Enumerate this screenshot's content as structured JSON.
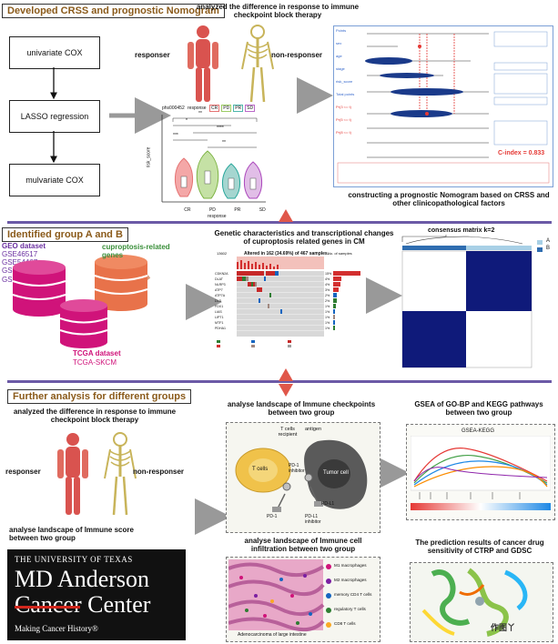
{
  "section1": {
    "title": "Developed CRSS and prognostic Nomogram",
    "flow": [
      "univariate COX",
      "LASSO regression",
      "mulvariate COX"
    ],
    "immune_title": "analyzed the difference in response to immune checkpoint block therapy",
    "responder": "responser",
    "non_responder": "non-responser",
    "violin": {
      "title": "phs000452",
      "legend_label": "response",
      "legend": [
        "CR",
        "PD",
        "PR",
        "SD"
      ],
      "ylabel": "risk_score",
      "xlabel": "response",
      "sig": [
        "**",
        "*",
        "****",
        "***",
        "**"
      ]
    },
    "nomogram": {
      "caption": "constructing a prognostic Nomogram based on CRSS and other clinicopathological factors",
      "c_index": "C-index = 0.833",
      "rows": [
        "Points",
        "sex",
        "age",
        "stage",
        "risk_score",
        "Total points",
        "Pr(3 <= t)",
        "Pr(5 <= t)",
        "Pr(8 <= t)"
      ]
    }
  },
  "section2": {
    "title": "Identified group A and B",
    "geo_title": "GEO dataset",
    "geo_items": [
      "GSE46517",
      "GSE54467",
      "GSE22155",
      "GSE65904"
    ],
    "cupro_label": "cuproptosis-related genes",
    "tcga_title": "TCGA dataset",
    "tcga_sub": "TCGA-SKCM",
    "oncoprint_title": "Genetic characteristics and transcriptional changes of cuproptosis related genes in CM",
    "oncoprint_sub": "Altered in 162 (34.69%) of 467 samples.",
    "oncoprint_count": "13602",
    "oncoprint_nsamples": "No. of samples",
    "genes": [
      "CDKN2A",
      "DLAT",
      "NLRP3",
      "ATP7",
      "ATP7A",
      "DLD",
      "FDX1",
      "LIAS",
      "LIPT1",
      "MTF1",
      "PDHA1"
    ],
    "gene_pct": [
      "15%",
      "4%",
      "4%",
      "3%",
      "2%",
      "2%",
      "1%",
      "1%",
      "1%",
      "1%",
      "1%"
    ],
    "consensus_title": "consensus matrix k=2",
    "consensus_legend": [
      "A",
      "B"
    ]
  },
  "section3": {
    "title": "Further analysis for different groups",
    "immune_title": "analyzed the difference in response to immune checkpoint block therapy",
    "responder": "responser",
    "non_responder": "non-responser",
    "immune_score": "analyse landscape of Immune score between two group",
    "md_line1": "THE UNIVERSITY OF TEXAS",
    "md_line2": "MD Anderson",
    "md_line3": "Cancer Center",
    "md_line4": "Making Cancer History®",
    "checkpoint_title": "analyse landscape of Immune checkpoints between two group",
    "cp_labels": [
      "T cells recipient",
      "antigen",
      "T cells",
      "Tumor cell",
      "PD-1 inhibitor",
      "PD-1",
      "PD-L1",
      "PD-L1 inhibitor"
    ],
    "infiltration_title": "analyse landscape of Immune cell infiltration between two group",
    "infil_legend": [
      "M1 macrophages",
      "M2 macrophages",
      "memory CD4 T cells",
      "regulatory T cells",
      "CD8 T cells"
    ],
    "infil_caption": "Adenocarcinoma of large intestine",
    "gsea_title": "GSEA of GO-BP and KEGG pathways between two group",
    "gsea_plot_title": "GSEA-KEGG",
    "drug_title": "The prediction results of cancer drug sensitivity of CTRP and GDSC",
    "watermark": "作图丫"
  },
  "colors": {
    "section_text": "#8a5a1a",
    "separator": "#6b5aa6",
    "arrow": "#e0574a",
    "purple": "#6a2fa0",
    "magenta": "#d0137a",
    "green": "#3a8f3a",
    "navy": "#0f1a7a"
  }
}
